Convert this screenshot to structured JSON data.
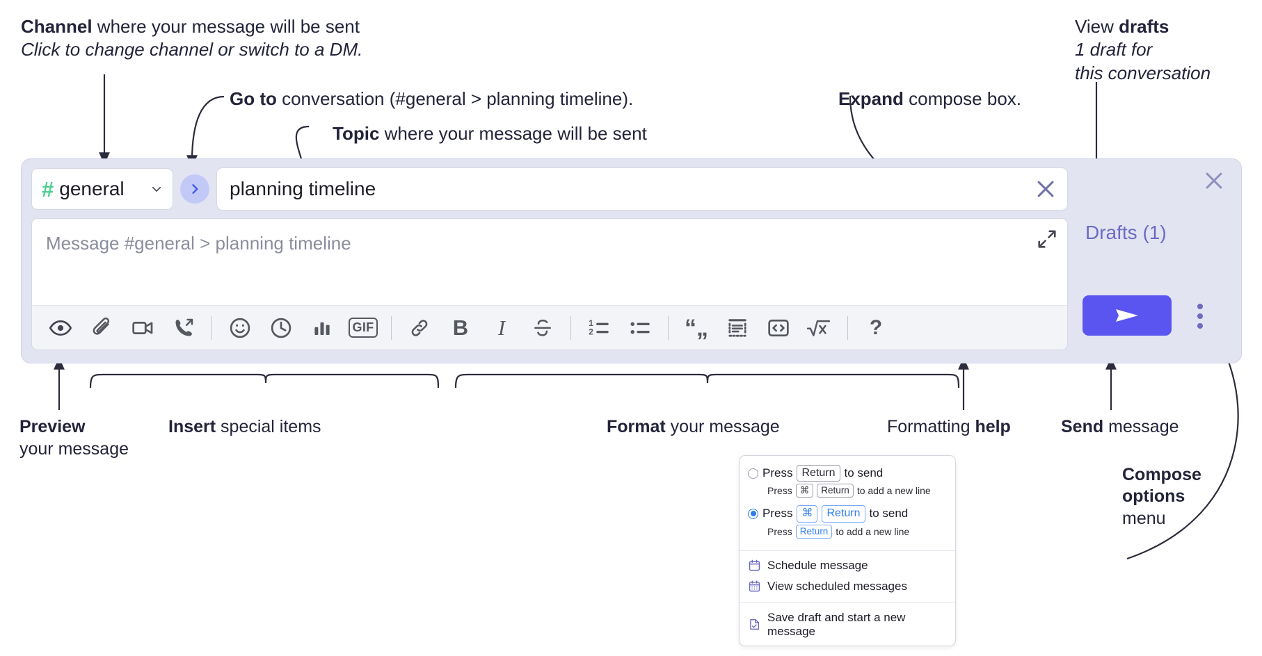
{
  "annotations": {
    "channel": {
      "bold": "Channel",
      "rest": " where your message will be sent",
      "italic": "Click to change channel or switch to a DM."
    },
    "goto": {
      "bold": "Go to",
      "rest": " conversation (#general > planning timeline)."
    },
    "topic": {
      "bold": "Topic",
      "rest": " where your message will be sent"
    },
    "expand": {
      "bold": "Expand",
      "rest": " compose box."
    },
    "drafts": {
      "line1_normal": "View ",
      "line1_bold": "drafts",
      "line2": "1 draft for",
      "line3": "this conversation"
    },
    "preview": {
      "bold": "Preview",
      "rest": "your message"
    },
    "insert": {
      "bold": "Insert",
      "rest": " special items"
    },
    "format": {
      "bold": "Format",
      "rest": " your message"
    },
    "help": {
      "normal": "Formatting ",
      "bold": "help"
    },
    "send": {
      "bold": "Send",
      "rest": " message"
    },
    "compose_options": {
      "bold1": "Compose",
      "bold2": "options",
      "rest": "menu"
    }
  },
  "composer": {
    "channel": {
      "hash": "#",
      "name": "general",
      "chevron_icon": "chevron-down-icon"
    },
    "goto_icon": "chevron-right-icon",
    "topic": {
      "value": "planning timeline",
      "clear_icon": "close-icon"
    },
    "message": {
      "placeholder": "Message #general > planning timeline",
      "value": "",
      "expand_icon": "expand-icon"
    },
    "panel": {
      "close_icon": "close-icon",
      "drafts_label": "Drafts (1)",
      "send_icon": "send-icon",
      "kebab_icon": "more-vertical-icon"
    },
    "toolbar": [
      {
        "name": "preview-button",
        "icon": "eye-icon",
        "label": "Preview"
      },
      {
        "name": "attach-button",
        "icon": "paperclip-icon",
        "label": "Attach file"
      },
      {
        "name": "video-button",
        "icon": "video-camera-icon",
        "label": "Record video clip"
      },
      {
        "name": "audio-button",
        "icon": "phone-forward-icon",
        "label": "Record audio clip"
      },
      {
        "name": "separator-1",
        "icon": "divider",
        "label": ""
      },
      {
        "name": "emoji-button",
        "icon": "smiley-icon",
        "label": "Emoji"
      },
      {
        "name": "schedule-button",
        "icon": "clock-icon",
        "label": "Schedule"
      },
      {
        "name": "poll-button",
        "icon": "bar-chart-icon",
        "label": "Poll"
      },
      {
        "name": "gif-button",
        "icon": "gif-icon",
        "label": "GIF"
      },
      {
        "name": "separator-2",
        "icon": "divider",
        "label": ""
      },
      {
        "name": "link-button",
        "icon": "link-icon",
        "label": "Link"
      },
      {
        "name": "bold-button",
        "icon": "bold-icon",
        "label": "B"
      },
      {
        "name": "italic-button",
        "icon": "italic-icon",
        "label": "I"
      },
      {
        "name": "strikethrough-button",
        "icon": "strikethrough-icon",
        "label": "S"
      },
      {
        "name": "separator-3",
        "icon": "divider",
        "label": ""
      },
      {
        "name": "ordered-list-button",
        "icon": "ordered-list-icon",
        "label": ""
      },
      {
        "name": "bullet-list-button",
        "icon": "bullet-list-icon",
        "label": ""
      },
      {
        "name": "separator-4",
        "icon": "divider",
        "label": ""
      },
      {
        "name": "blockquote-button",
        "icon": "quote-icon",
        "label": ""
      },
      {
        "name": "code-block-button",
        "icon": "code-block-icon",
        "label": ""
      },
      {
        "name": "inline-code-button",
        "icon": "code-icon",
        "label": ""
      },
      {
        "name": "math-button",
        "icon": "math-icon",
        "label": ""
      },
      {
        "name": "separator-5",
        "icon": "divider",
        "label": ""
      },
      {
        "name": "formatting-help-button",
        "icon": "question-mark-icon",
        "label": "?"
      }
    ]
  },
  "dropdown": {
    "options": [
      {
        "selected": false,
        "line1": {
          "pre": "Press",
          "key": "Return",
          "post": "to send"
        },
        "line2": {
          "pre": "Press",
          "key1": "⌘",
          "key2": "Return",
          "post": "to add a new line"
        }
      },
      {
        "selected": true,
        "line1": {
          "pre": "Press",
          "key1": "⌘",
          "key2": "Return",
          "post": "to send"
        },
        "line2": {
          "pre": "Press",
          "key": "Return",
          "post": "to add a new line"
        }
      }
    ],
    "items": [
      {
        "icon": "calendar-icon",
        "label": "Schedule message"
      },
      {
        "icon": "calendar-grid-icon",
        "label": "View scheduled messages"
      },
      {
        "icon": "document-check-icon",
        "label": "Save draft and start a new message"
      }
    ]
  },
  "colors": {
    "composer_bg": "#e2e4f2",
    "send_button": "#5a55f0",
    "hash_green": "#4ecf8f",
    "drafts_purple": "#6c6bc4",
    "radio_blue": "#2f7ef0",
    "menu_icon_purple": "#6c6bc4"
  }
}
